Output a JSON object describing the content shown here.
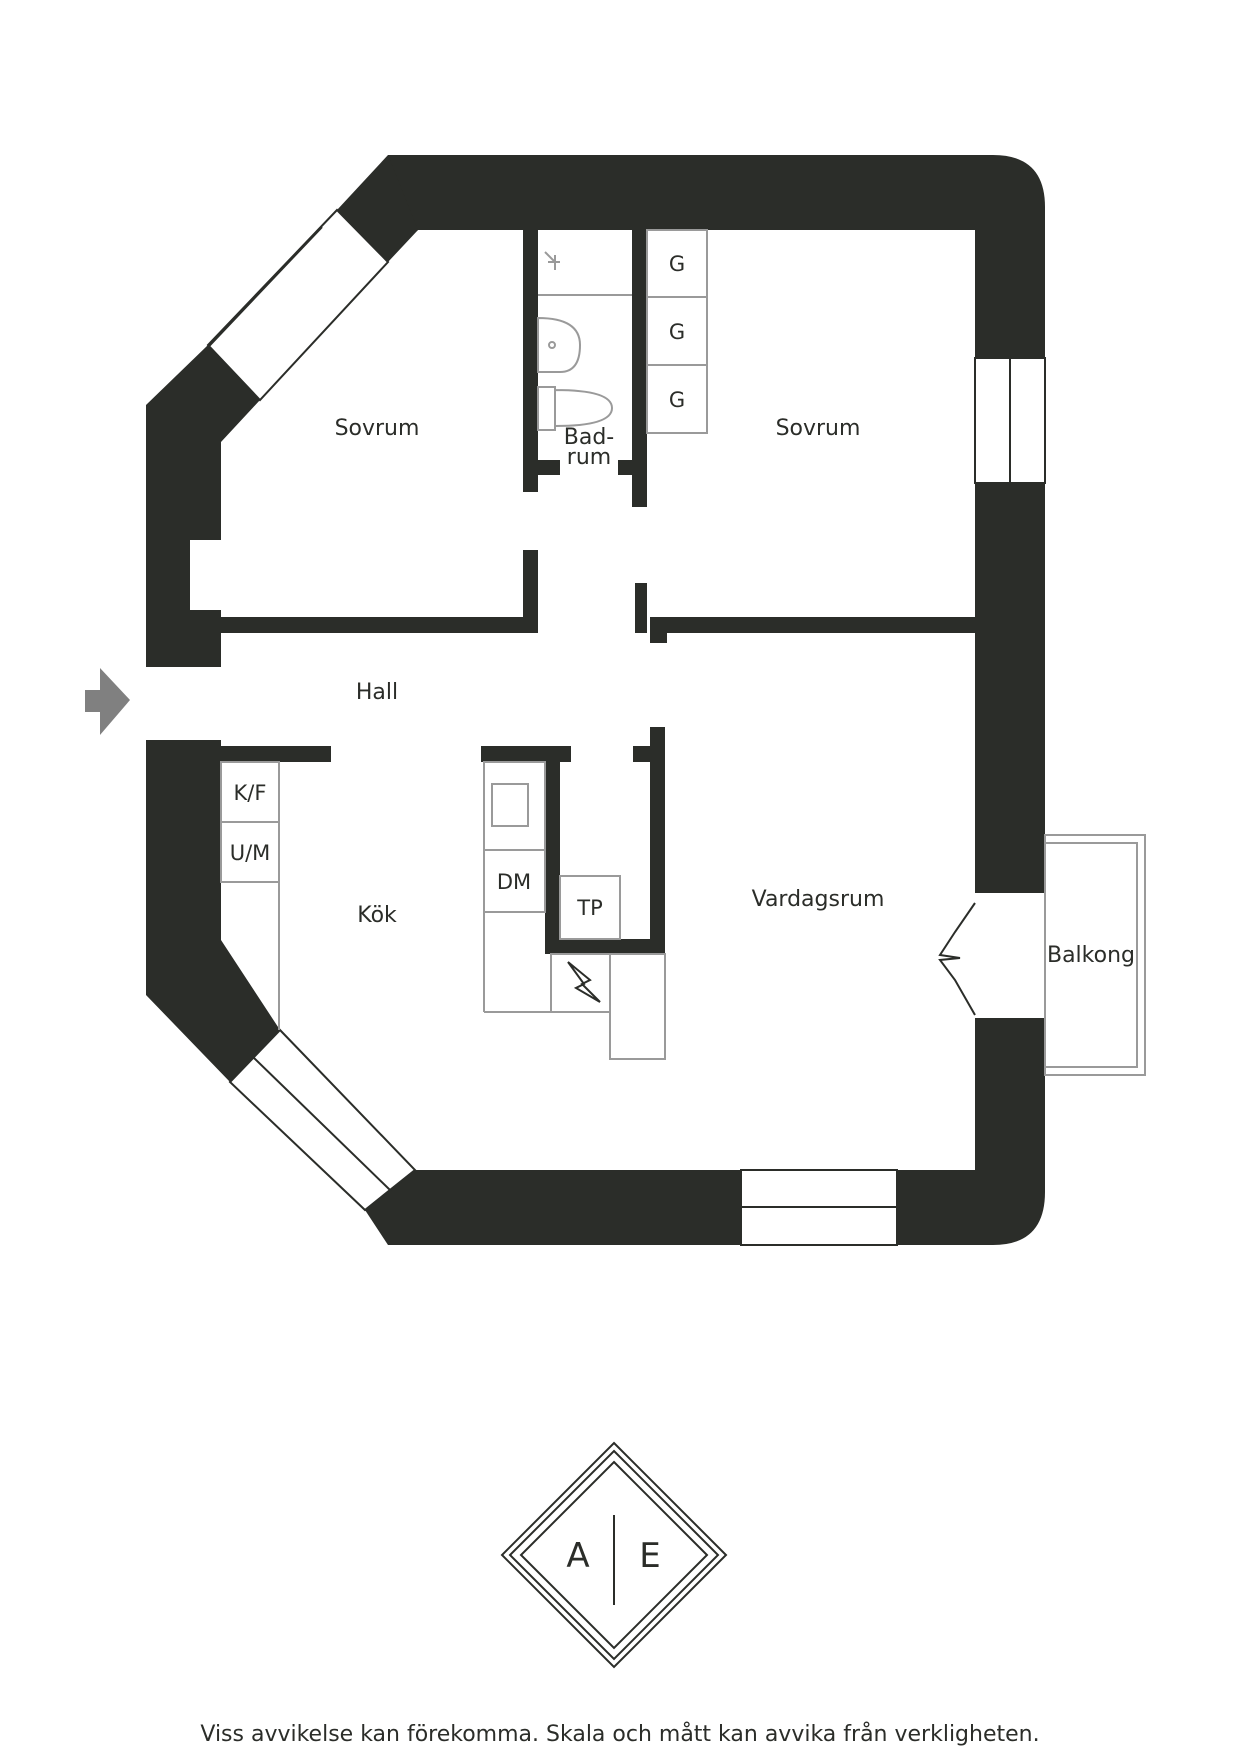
{
  "colors": {
    "wall": "#2b2d29",
    "line": "#9a9a9a",
    "arrow": "#808080",
    "background": "#ffffff"
  },
  "rooms": {
    "bedroom_left": "Sovrum",
    "bedroom_right": "Sovrum",
    "bathroom_line1": "Bad-",
    "bathroom_line2": "rum",
    "hall": "Hall",
    "kitchen": "Kök",
    "living_room": "Vardagsrum",
    "balcony": "Balkong"
  },
  "fixtures": {
    "wardrobe_1": "G",
    "wardrobe_2": "G",
    "wardrobe_3": "G",
    "fridge_freezer": "K/F",
    "microwave": "U/M",
    "dishwasher": "DM",
    "dryer": "TP"
  },
  "icons": {
    "entrance": "entrance-arrow-icon",
    "electrical_panel": "lightning-icon",
    "logo": "ae-diamond-logo"
  },
  "logo": {
    "letter_left": "A",
    "letter_right": "E"
  },
  "disclaimer": "Viss avvikelse kan förekomma. Skala och mått kan avvika från verkligheten."
}
